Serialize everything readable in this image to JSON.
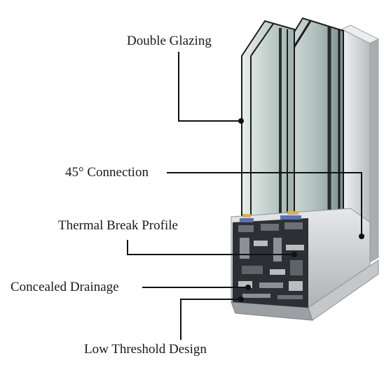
{
  "diagram": {
    "labels": {
      "double_glazing": "Double Glazing",
      "connection_45": "45° Connection",
      "thermal_break": "Thermal Break Profile",
      "concealed_drainage": "Concealed Drainage",
      "low_threshold": "Low Threshold Design"
    },
    "colors": {
      "glass": "#c9d6d2",
      "glass_edge": "#1c1c1c",
      "frame_light": "#d8dadb",
      "frame_dark": "#2c2f33",
      "leader": "#111111"
    }
  }
}
